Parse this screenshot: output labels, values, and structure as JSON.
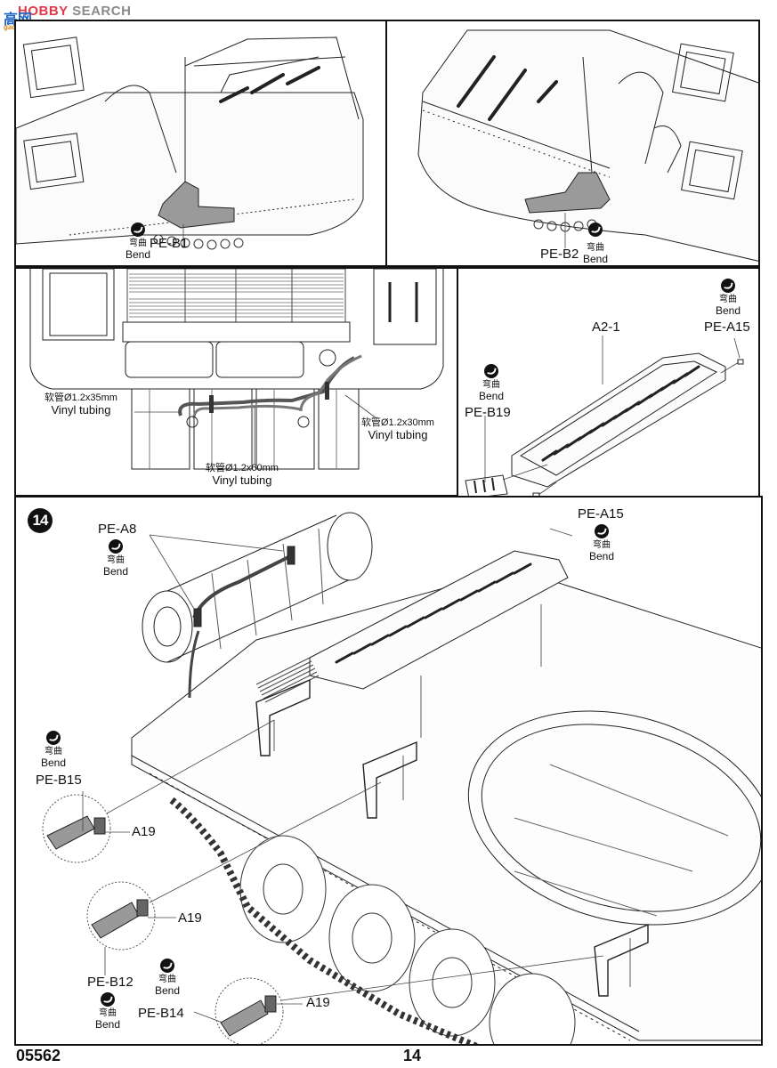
{
  "watermark": {
    "brand_prefix": "HOBBY",
    "brand_suffix": "SEARCH",
    "cn_name": "高网",
    "url": "gao-shop.com"
  },
  "panels": {
    "top_left": {
      "callouts": [
        {
          "part": "PE-B1",
          "bend_zh": "弯曲",
          "bend_en": "Bend"
        }
      ]
    },
    "top_right": {
      "callouts": [
        {
          "part": "PE-B2",
          "bend_zh": "弯曲",
          "bend_en": "Bend"
        }
      ]
    },
    "middle_left": {
      "tubing": [
        {
          "spec": "软管Ø1.2x35mm",
          "label": "Vinyl tubing"
        },
        {
          "spec": "软管Ø1.2x30mm",
          "label": "Vinyl tubing"
        },
        {
          "spec": "软管Ø1.2x60mm",
          "label": "Vinyl tubing"
        }
      ]
    },
    "middle_right": {
      "part_main": "A2-1",
      "callouts": [
        {
          "part": "PE-A15",
          "bend_zh": "弯曲",
          "bend_en": "Bend"
        },
        {
          "part": "PE-B19",
          "bend_zh": "弯曲",
          "bend_en": "Bend"
        },
        {
          "part": "PE-A15",
          "bend_zh": "弯曲",
          "bend_en": "Bend"
        }
      ]
    },
    "step": {
      "number": "14",
      "callouts": [
        {
          "part": "PE-A8",
          "bend_zh": "弯曲",
          "bend_en": "Bend"
        },
        {
          "part": "PE-B15",
          "bend_zh": "弯曲",
          "bend_en": "Bend"
        },
        {
          "part": "PE-B12",
          "bend_zh": "弯曲",
          "bend_en": "Bend"
        },
        {
          "part": "PE-B14",
          "bend_zh": "弯曲",
          "bend_en": "Bend"
        }
      ],
      "sub_part": "A19"
    }
  },
  "footer": {
    "kit_number": "05562",
    "page_number": "14"
  }
}
